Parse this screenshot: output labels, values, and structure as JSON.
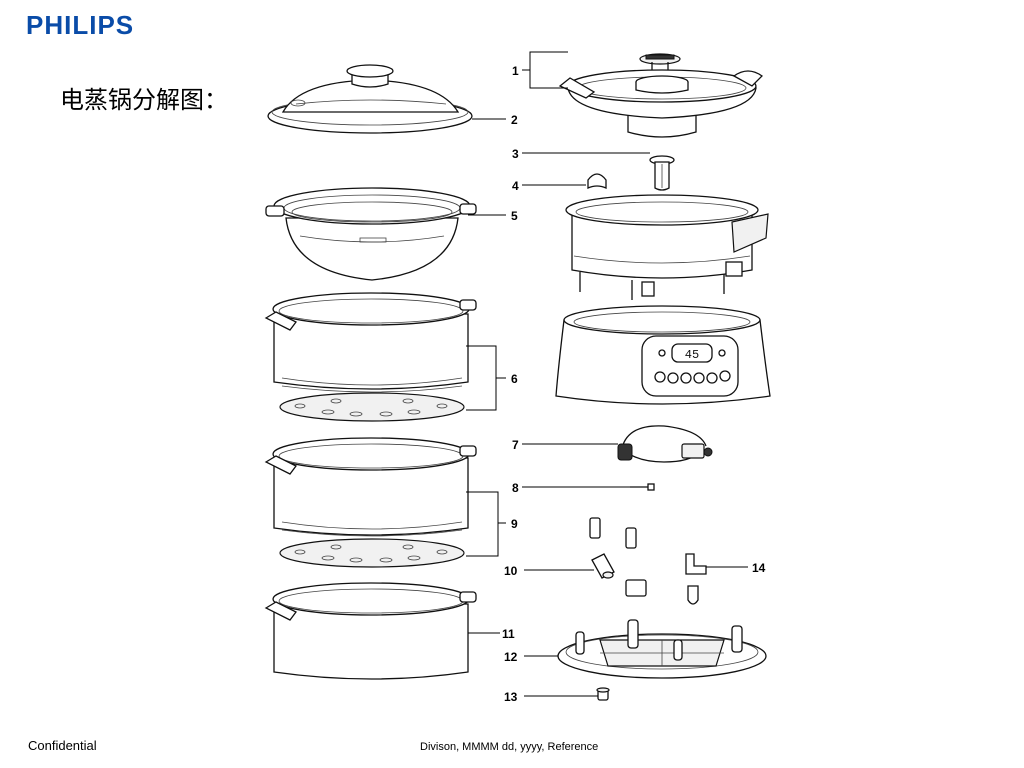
{
  "brand": "PHILIPS",
  "title": "电蒸锅分解图：",
  "footer": {
    "left": "Confidential",
    "center": "Divison, MMMM dd, yyyy, Reference"
  },
  "display_readout": "45",
  "part_numbers": [
    "1",
    "2",
    "3",
    "4",
    "5",
    "6",
    "7",
    "8",
    "9",
    "10",
    "11",
    "12",
    "13",
    "14"
  ],
  "colors": {
    "brand": "#0a4ca8",
    "line": "#111111"
  }
}
